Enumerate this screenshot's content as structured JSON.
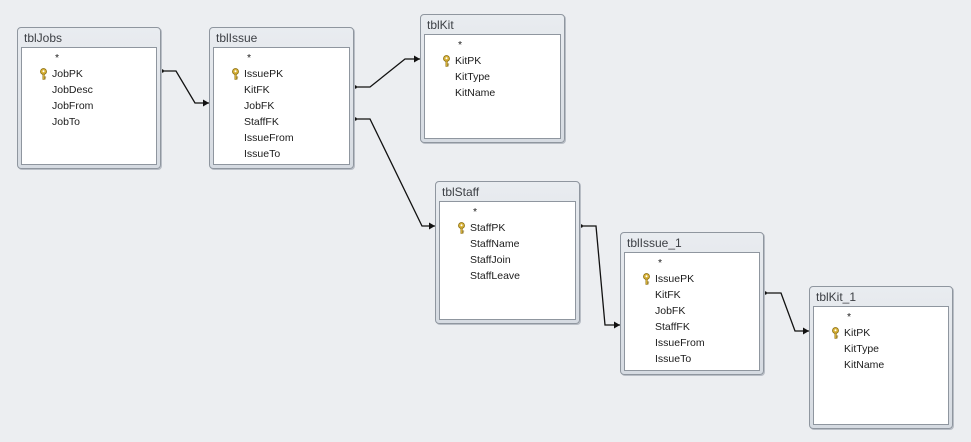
{
  "tables": {
    "tblJobs": {
      "title": "tblJobs",
      "fields": [
        {
          "name": "*",
          "pk": false
        },
        {
          "name": "JobPK",
          "pk": true
        },
        {
          "name": "JobDesc",
          "pk": false
        },
        {
          "name": "JobFrom",
          "pk": false
        },
        {
          "name": "JobTo",
          "pk": false
        }
      ]
    },
    "tblIssue": {
      "title": "tblIssue",
      "fields": [
        {
          "name": "*",
          "pk": false
        },
        {
          "name": "IssuePK",
          "pk": true
        },
        {
          "name": "KitFK",
          "pk": false
        },
        {
          "name": "JobFK",
          "pk": false
        },
        {
          "name": "StaffFK",
          "pk": false
        },
        {
          "name": "IssueFrom",
          "pk": false
        },
        {
          "name": "IssueTo",
          "pk": false
        }
      ]
    },
    "tblKit": {
      "title": "tblKit",
      "fields": [
        {
          "name": "*",
          "pk": false
        },
        {
          "name": "KitPK",
          "pk": true
        },
        {
          "name": "KitType",
          "pk": false
        },
        {
          "name": "KitName",
          "pk": false
        }
      ]
    },
    "tblStaff": {
      "title": "tblStaff",
      "fields": [
        {
          "name": "*",
          "pk": false
        },
        {
          "name": "StaffPK",
          "pk": true
        },
        {
          "name": "StaffName",
          "pk": false
        },
        {
          "name": "StaffJoin",
          "pk": false
        },
        {
          "name": "StaffLeave",
          "pk": false
        }
      ]
    },
    "tblIssue_1": {
      "title": "tblIssue_1",
      "fields": [
        {
          "name": "*",
          "pk": false
        },
        {
          "name": "IssuePK",
          "pk": true
        },
        {
          "name": "KitFK",
          "pk": false
        },
        {
          "name": "JobFK",
          "pk": false
        },
        {
          "name": "StaffFK",
          "pk": false
        },
        {
          "name": "IssueFrom",
          "pk": false
        },
        {
          "name": "IssueTo",
          "pk": false
        }
      ]
    },
    "tblKit_1": {
      "title": "tblKit_1",
      "fields": [
        {
          "name": "*",
          "pk": false
        },
        {
          "name": "KitPK",
          "pk": true
        },
        {
          "name": "KitType",
          "pk": false
        },
        {
          "name": "KitName",
          "pk": false
        }
      ]
    }
  },
  "colors": {
    "key": "#d8b237",
    "line": "#111111",
    "background": "#eceef1"
  },
  "icons": {
    "primary_key": "key-icon"
  }
}
